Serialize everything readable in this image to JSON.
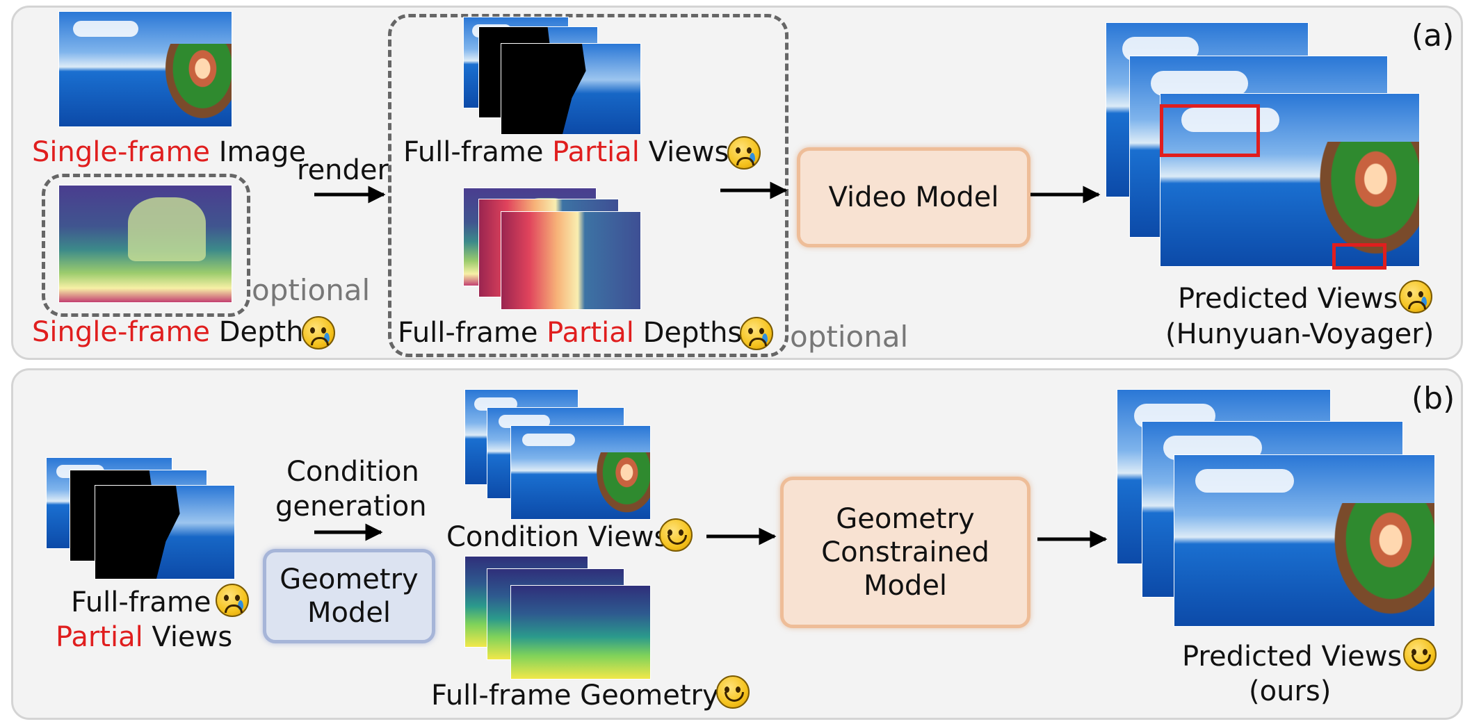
{
  "panel_a": {
    "tag": "(a)",
    "single_frame": "Single-frame",
    "image": "Image",
    "depth": "Depth",
    "render": "render",
    "optional_left": "optional",
    "full_frame": "Full-frame",
    "partial": "Partial",
    "views": "Views",
    "depths": "Depths",
    "optional_right": "optional",
    "video_model": "Video Model",
    "predicted_views": "Predicted Views",
    "method": "(Hunyuan-Voyager)"
  },
  "panel_b": {
    "tag": "(b)",
    "full_frame": "Full-frame",
    "partial": "Partial",
    "views": "Views",
    "condition_generation_1": "Condition",
    "condition_generation_2": "generation",
    "geometry_model_1": "Geometry",
    "geometry_model_2": "Model",
    "condition_views": "Condition Views",
    "full_frame_geometry": "Full-frame Geometry",
    "gcm_1": "Geometry",
    "gcm_2": "Constrained",
    "gcm_3": "Model",
    "predicted_views": "Predicted Views",
    "method": "(ours)"
  },
  "colors": {
    "accent_red": "#e01e1e",
    "peach_box": "#f8e2d2",
    "blue_box": "#dce3f1"
  },
  "icons": {
    "sad": "crying-face-icon",
    "happy": "smiling-face-icon"
  }
}
